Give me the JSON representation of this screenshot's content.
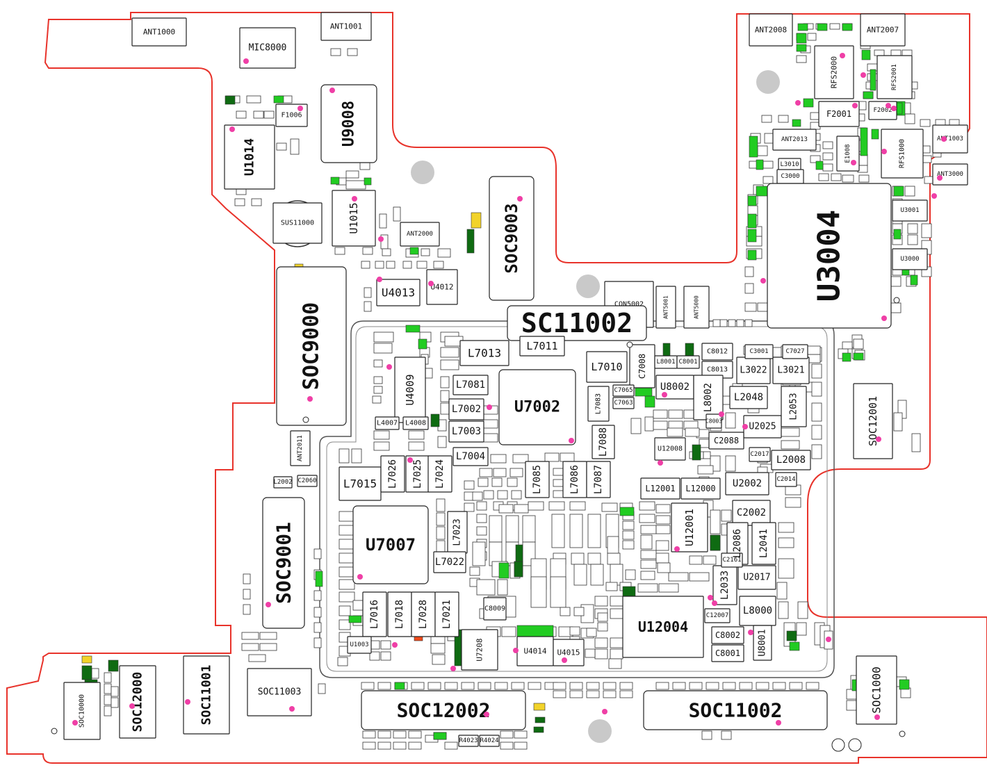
{
  "colors": {
    "outline": "#e8332b",
    "component_border": "#222222",
    "component_fill": "#ffffff",
    "pin_marker": "#ef3fa6",
    "highlight_green": "#22cc22",
    "highlight_dark_green": "#0f6b12",
    "highlight_yellow": "#f2d32a",
    "highlight_red": "#f04a1a",
    "mount_hole": "#c9c9c9"
  },
  "components": [
    {
      "ref": "ANT1000"
    },
    {
      "ref": "ANT1001"
    },
    {
      "ref": "MIC8000"
    },
    {
      "ref": "U9008"
    },
    {
      "ref": "F1006"
    },
    {
      "ref": "U1014"
    },
    {
      "ref": "SUS11000"
    },
    {
      "ref": "U1015"
    },
    {
      "ref": "ANT2000"
    },
    {
      "ref": "SOC9003"
    },
    {
      "ref": "U4013"
    },
    {
      "ref": "U4012"
    },
    {
      "ref": "CON5002"
    },
    {
      "ref": "ANT5001"
    },
    {
      "ref": "ANT5000"
    },
    {
      "ref": "SOC9000"
    },
    {
      "ref": "SC11002"
    },
    {
      "ref": "ANT2008"
    },
    {
      "ref": "ANT2007"
    },
    {
      "ref": "RFS2000"
    },
    {
      "ref": "RFS2001"
    },
    {
      "ref": "F2001"
    },
    {
      "ref": "F2002"
    },
    {
      "ref": "ANT2013"
    },
    {
      "ref": "E1008"
    },
    {
      "ref": "RFS1000"
    },
    {
      "ref": "ANT1003"
    },
    {
      "ref": "ANT3000"
    },
    {
      "ref": "L3010"
    },
    {
      "ref": "C3000"
    },
    {
      "ref": "U3004"
    },
    {
      "ref": "U3001"
    },
    {
      "ref": "U3000"
    },
    {
      "ref": "L7013"
    },
    {
      "ref": "L7011"
    },
    {
      "ref": "L7010"
    },
    {
      "ref": "C7008"
    },
    {
      "ref": "L8001"
    },
    {
      "ref": "C8001"
    },
    {
      "ref": "C8012"
    },
    {
      "ref": "C8013"
    },
    {
      "ref": "L3022"
    },
    {
      "ref": "L3021"
    },
    {
      "ref": "U4009"
    },
    {
      "ref": "L7081"
    },
    {
      "ref": "U7002"
    },
    {
      "ref": "L7002"
    },
    {
      "ref": "L7083"
    },
    {
      "ref": "L7003"
    },
    {
      "ref": "L7004"
    },
    {
      "ref": "L7088"
    },
    {
      "ref": "U8002"
    },
    {
      "ref": "L8002"
    },
    {
      "ref": "L2048"
    },
    {
      "ref": "U2025"
    },
    {
      "ref": "L2053"
    },
    {
      "ref": "C2088"
    },
    {
      "ref": "U12008"
    },
    {
      "ref": "L2008"
    },
    {
      "ref": "SOC12001"
    },
    {
      "ref": "ANT2011"
    },
    {
      "ref": "L4007"
    },
    {
      "ref": "L4008"
    },
    {
      "ref": "L7015"
    },
    {
      "ref": "L7026"
    },
    {
      "ref": "L7025"
    },
    {
      "ref": "L7024"
    },
    {
      "ref": "L7085"
    },
    {
      "ref": "L7086"
    },
    {
      "ref": "L7087"
    },
    {
      "ref": "L12001"
    },
    {
      "ref": "L12000"
    },
    {
      "ref": "U2002"
    },
    {
      "ref": "C2002"
    },
    {
      "ref": "SOC9001"
    },
    {
      "ref": "U7007"
    },
    {
      "ref": "L7023"
    },
    {
      "ref": "L7022"
    },
    {
      "ref": "U12001"
    },
    {
      "ref": "L2086"
    },
    {
      "ref": "L2041"
    },
    {
      "ref": "U2017"
    },
    {
      "ref": "L2033"
    },
    {
      "ref": "L8000"
    },
    {
      "ref": "U12004"
    },
    {
      "ref": "C8002"
    },
    {
      "ref": "C8001"
    },
    {
      "ref": "U8001"
    },
    {
      "ref": "L7016"
    },
    {
      "ref": "L7018"
    },
    {
      "ref": "L7028"
    },
    {
      "ref": "L7021"
    },
    {
      "ref": "U7208"
    },
    {
      "ref": "U4014"
    },
    {
      "ref": "U4015"
    },
    {
      "ref": "C8009"
    },
    {
      "ref": "U1003"
    },
    {
      "ref": "SOC11003"
    },
    {
      "ref": "SOC10000"
    },
    {
      "ref": "SOC12000"
    },
    {
      "ref": "SOC11001"
    },
    {
      "ref": "SOC12002"
    },
    {
      "ref": "SOC11002"
    },
    {
      "ref": "SOC1000"
    },
    {
      "ref": "R4023"
    },
    {
      "ref": "R4024"
    },
    {
      "ref": "C2060"
    },
    {
      "ref": "C3001"
    },
    {
      "ref": "C7027"
    },
    {
      "ref": "C2017"
    },
    {
      "ref": "C2014"
    },
    {
      "ref": "C2161"
    },
    {
      "ref": "C12007"
    },
    {
      "ref": "C8003"
    },
    {
      "ref": "C7065"
    },
    {
      "ref": "C7063"
    },
    {
      "ref": "L2002"
    }
  ]
}
